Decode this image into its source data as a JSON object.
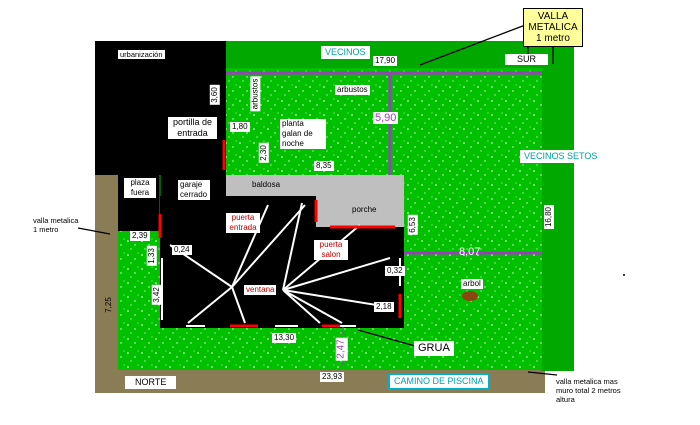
{
  "colors": {
    "lawn": "#00c000",
    "hedge": "#00a800",
    "path": "#8a7d55",
    "building": "#000000",
    "slab": "#bfbfbf",
    "wall_line": "#9b3fbf",
    "door": "#ff0000",
    "window": "#ffffff",
    "tree": "#8b4513"
  },
  "labels": {
    "urbanizacion": "urbanización",
    "vecinos_top": "VECINOS",
    "valla_metalica_top": "VALLA METALICA 1 metro",
    "sur": "SUR",
    "d_17_90": "17,90",
    "d_3_60": "3,60",
    "arbustos_left": "arbustos",
    "arbustos_center": "arbustos",
    "d_5_90": "5,90",
    "portilla": "portilla de entrada",
    "d_1_80": "1,80",
    "planta": "planta galan de noche",
    "d_2_30": "2,30",
    "d_8_35": "8,35",
    "vecinos_setos": "VECINOS SETOS",
    "plaza_fuera": "plaza fuera",
    "garaje": "garaje cerrado",
    "baldosa": "baldosa",
    "porche": "porche",
    "d_6_53": "6,53",
    "d_16_80": "16,80",
    "valla_metalica_left": "valla metalica 1 metro",
    "d_2_39": "2,39",
    "d_1_33": "1,33",
    "d_0_24": "0,24",
    "puerta_entrada": "puerta entrada",
    "puerta_salon": "puerta salon",
    "d_8_07": "8,07",
    "d_0_32": "0,32",
    "arbol": "arbol",
    "d_7_25": "7,25",
    "d_3_42": "3,42",
    "ventana": "ventana",
    "d_2_18": "2,18",
    "d_13_30": "13,30",
    "grua": "GRUA",
    "d_2_47": "2,47",
    "norte": "NORTE",
    "d_23_93": "23,93",
    "camino": "CAMINO DE PISCINA",
    "valla_bottom": "valla metalica mas muro total 2 metros altura"
  }
}
